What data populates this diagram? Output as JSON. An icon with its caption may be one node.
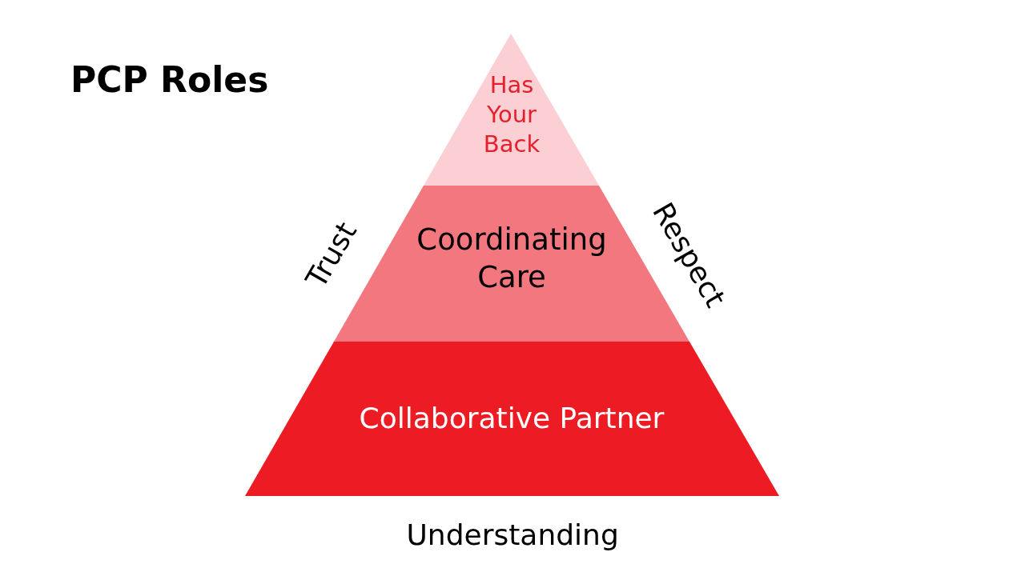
{
  "diagram": {
    "title": "PCP Roles",
    "nodes": [
      {
        "text": [
          "Has Your Back"
        ]
      },
      {
        "text": [
          "Coordinating Care"
        ]
      },
      {
        "text": [
          "Collaborative Partner"
        ]
      }
    ],
    "labels": [
      "Trust",
      "Respect",
      "Understanding"
    ]
  }
}
